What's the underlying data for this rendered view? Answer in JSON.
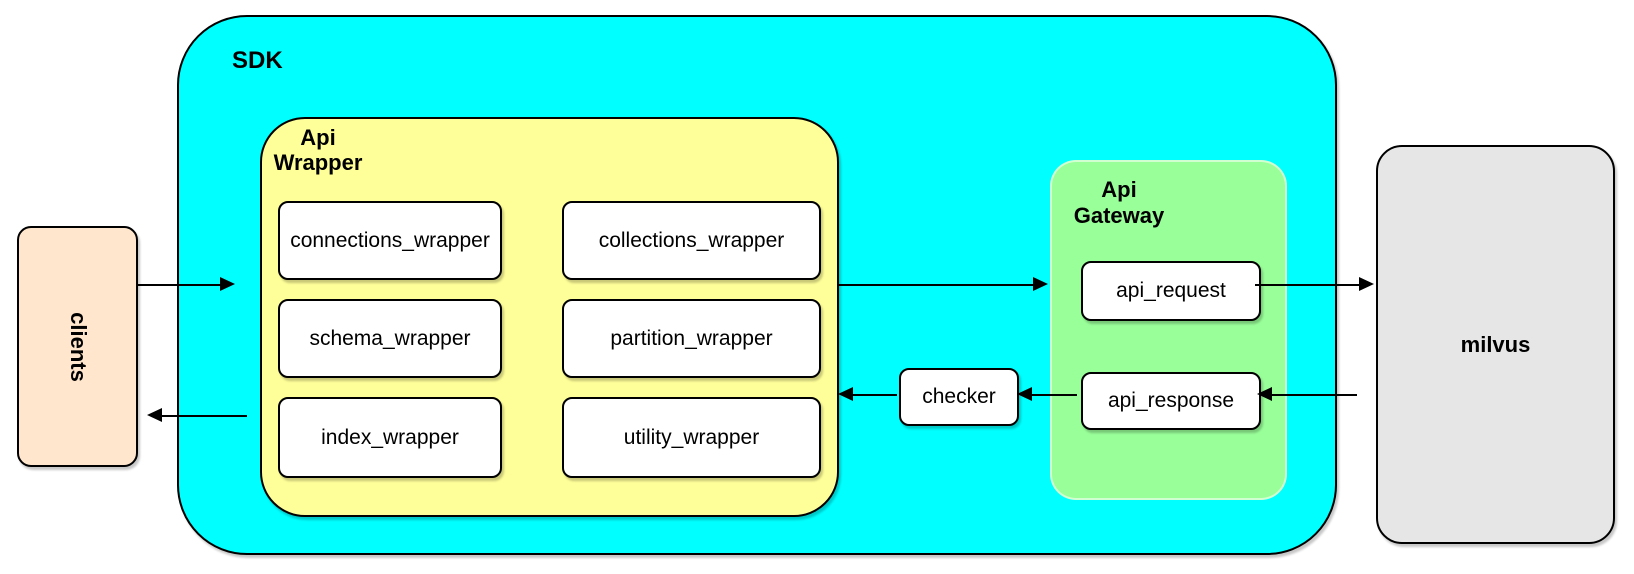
{
  "diagram": {
    "clients": {
      "label": "clients"
    },
    "sdk": {
      "label": "SDK",
      "api_wrapper": {
        "label": [
          "Api",
          "Wrapper"
        ],
        "modules": [
          "connections_wrapper",
          "collections_wrapper",
          "schema_wrapper",
          "partition_wrapper",
          "index_wrapper",
          "utility_wrapper"
        ]
      },
      "checker": {
        "label": "checker"
      },
      "api_gateway": {
        "label": [
          "Api",
          "Gateway"
        ],
        "request": {
          "label": "api_request"
        },
        "response": {
          "label": "api_response"
        }
      }
    },
    "milvus": {
      "label": "milvus"
    },
    "colors": {
      "sdk_fill": "#00FFFF",
      "api_wrapper_fill": "#FFFF99",
      "api_gateway_fill": "#99FF99",
      "clients_fill": "#FFE6CC",
      "milvus_fill": "#E6E6E6",
      "module_fill": "#FFFFFF",
      "stroke": "#000000"
    }
  }
}
